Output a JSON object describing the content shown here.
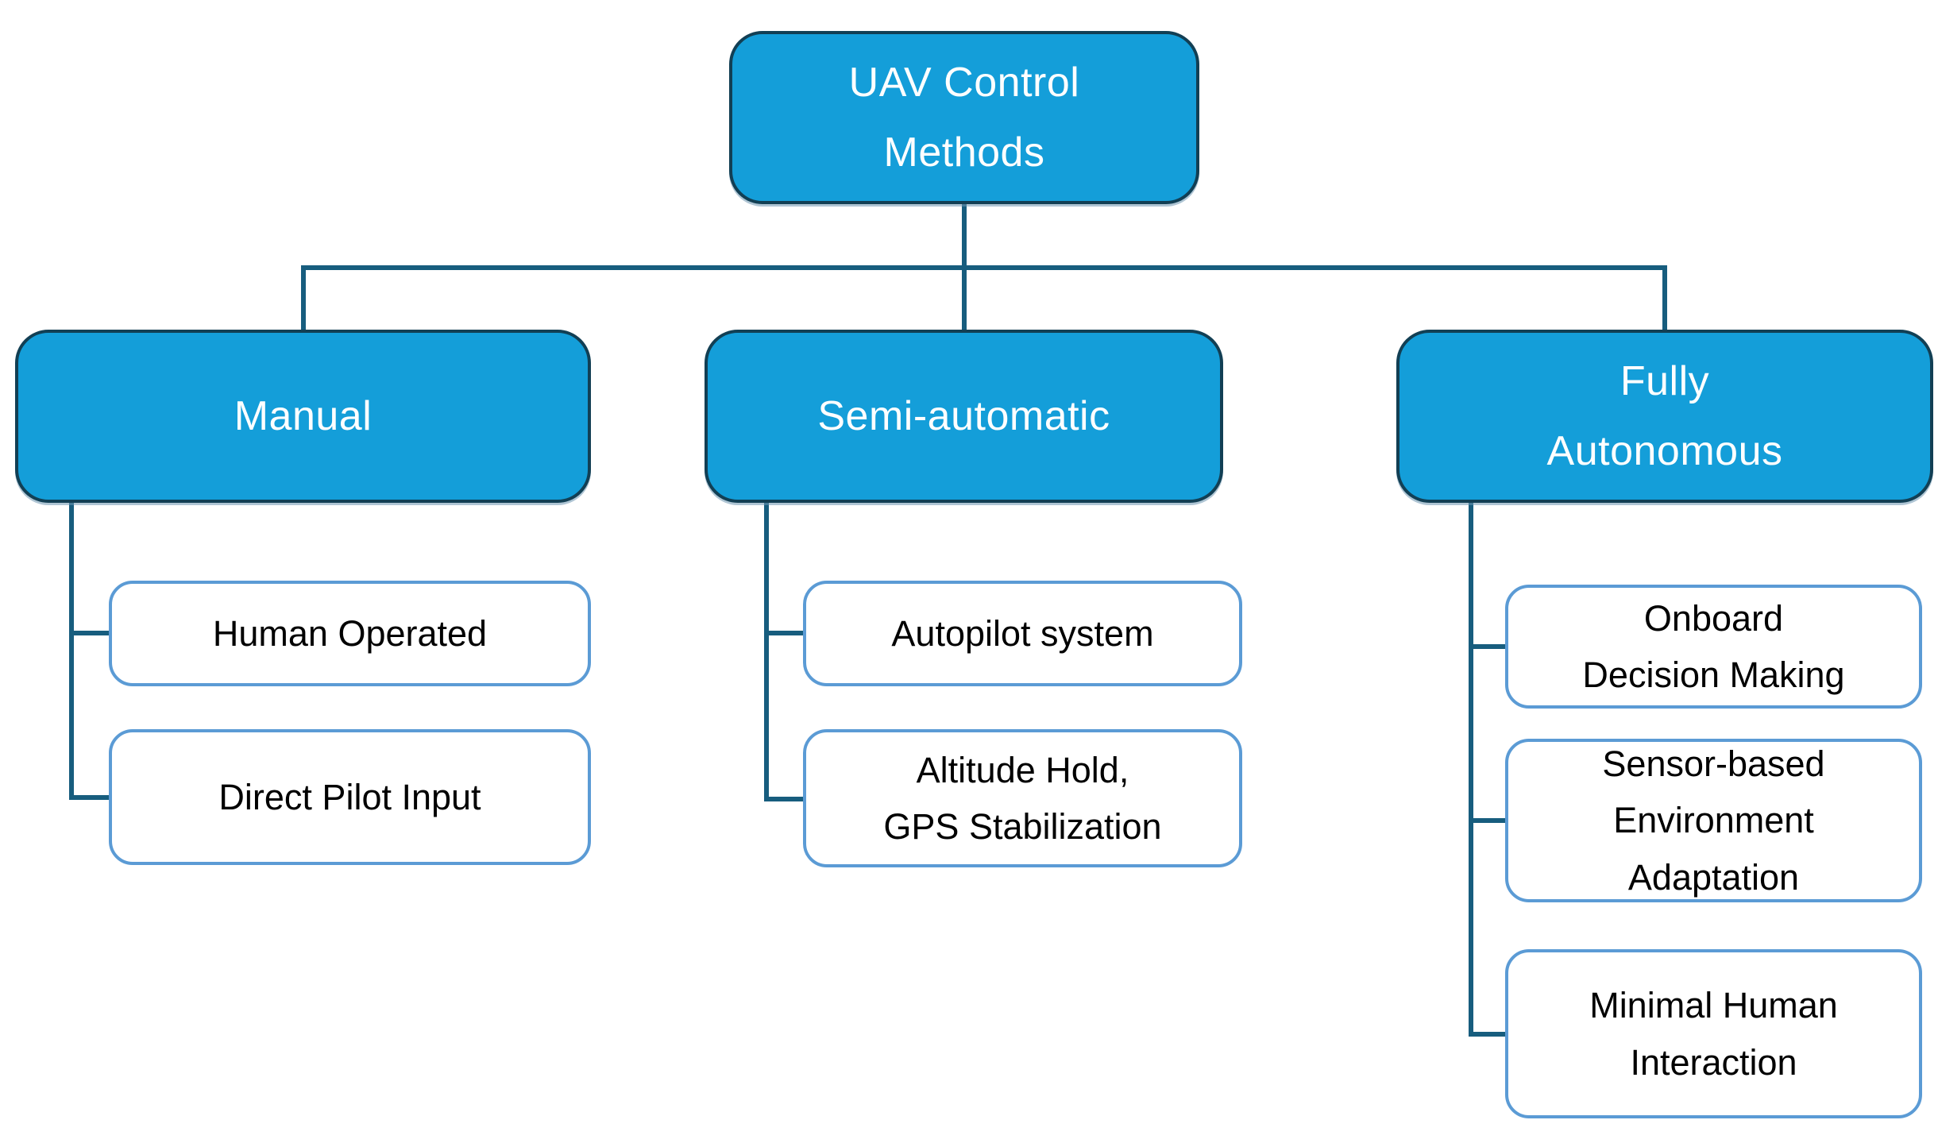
{
  "diagram": {
    "title": "UAV Control Methods",
    "root": {
      "label": "UAV Control\nMethods"
    },
    "branches": [
      {
        "label": "Manual",
        "children": [
          {
            "label": "Human Operated"
          },
          {
            "label": "Direct Pilot Input"
          }
        ]
      },
      {
        "label": "Semi-automatic",
        "children": [
          {
            "label": "Autopilot system"
          },
          {
            "label": "Altitude Hold,\nGPS Stabilization"
          }
        ]
      },
      {
        "label": "Fully\nAutonomous",
        "children": [
          {
            "label": "Onboard\nDecision Making"
          },
          {
            "label": "Sensor-based\nEnvironment\nAdaptation"
          },
          {
            "label": "Minimal Human\nInteraction"
          }
        ]
      }
    ]
  },
  "colors": {
    "parent_fill": "#149ED9",
    "parent_border": "#123F54",
    "child_fill": "#FFFFFF",
    "child_border": "#5B9BD5",
    "connector": "#175D7E",
    "parent_text": "#FFFFFF",
    "child_text": "#000000",
    "background": "#FFFFFF"
  }
}
